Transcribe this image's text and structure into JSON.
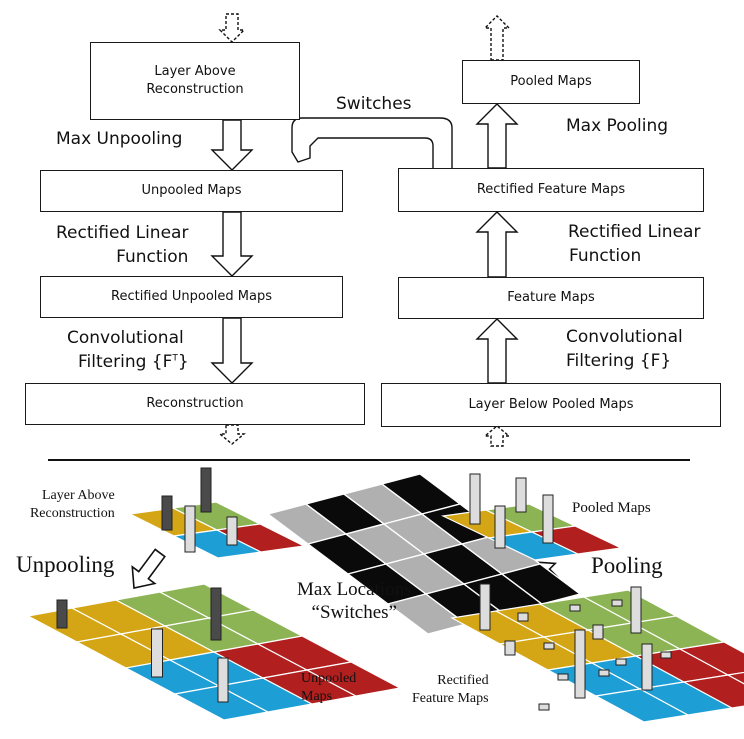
{
  "boxes": {
    "layer_above": "Layer Above Reconstruction",
    "unpooled_maps": "Unpooled Maps",
    "rectified_unpooled_maps": "Rectified Unpooled Maps",
    "reconstruction": "Reconstruction",
    "pooled_maps": "Pooled Maps",
    "rectified_feature_maps": "Rectified Feature Maps",
    "feature_maps": "Feature Maps",
    "layer_below": "Layer Below Pooled Maps"
  },
  "labels": {
    "switches": "Switches",
    "max_unpooling": "Max Unpooling",
    "max_pooling": "Max Pooling",
    "rectified_left_1": "Rectified Linear",
    "rectified_left_2": "Function",
    "rectified_right_1": "Rectified Linear",
    "rectified_right_2": "Function",
    "conv_left_1": "Convolutional",
    "conv_left_2": "Filtering {F",
    "conv_left_sup": "T",
    "conv_left_end": "}",
    "conv_right_1": "Convolutional",
    "conv_right_2": "Filtering {F}"
  },
  "bottom": {
    "layer_above_1": "Layer Above",
    "layer_above_2": "Reconstruction",
    "unpooling": "Unpooling",
    "max_locations_1": "Max Locations",
    "max_locations_2": "“Switches”",
    "unpooled_1": "Unpooled",
    "unpooled_2": "Maps",
    "pooled_maps": "Pooled Maps",
    "pooling": "Pooling",
    "rectified_1": "Rectified",
    "rectified_2": "Feature Maps"
  },
  "colors": {
    "yellow": "#d4a514",
    "green": "#8cb454",
    "blue": "#1d9ed4",
    "red": "#b11f1f",
    "bar_dark": "#4a4a4a",
    "bar_light": "#dddddd",
    "switch_black": "#0a0a0a",
    "switch_gray": "#b0b0b0"
  }
}
